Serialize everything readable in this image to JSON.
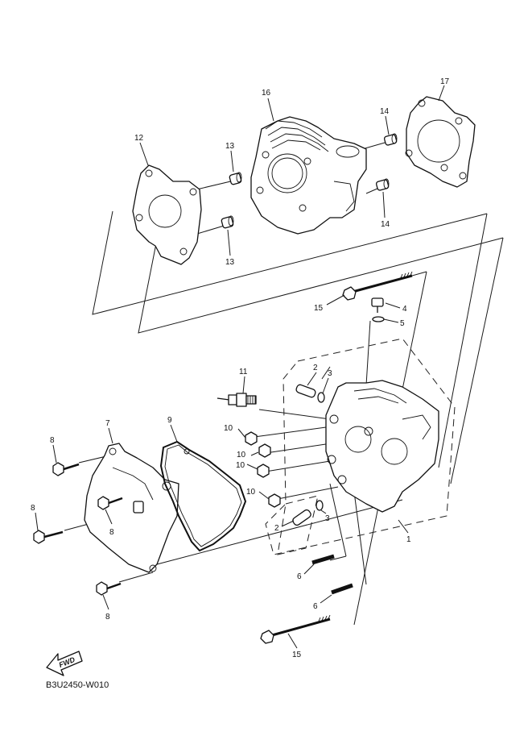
{
  "diagram": {
    "code": "B3U2450-W010",
    "fwd_label": "FWD",
    "callouts": [
      {
        "id": "c16",
        "label": "16"
      },
      {
        "id": "c17",
        "label": "17"
      },
      {
        "id": "c14a",
        "label": "14"
      },
      {
        "id": "c14b",
        "label": "14"
      },
      {
        "id": "c12",
        "label": "12"
      },
      {
        "id": "c13a",
        "label": "13"
      },
      {
        "id": "c13b",
        "label": "13"
      },
      {
        "id": "c15a",
        "label": "15"
      },
      {
        "id": "c4",
        "label": "4"
      },
      {
        "id": "c5",
        "label": "5"
      },
      {
        "id": "c11",
        "label": "11"
      },
      {
        "id": "c2a",
        "label": "2"
      },
      {
        "id": "c3a",
        "label": "3"
      },
      {
        "id": "c7",
        "label": "7"
      },
      {
        "id": "c9",
        "label": "9"
      },
      {
        "id": "c8a",
        "label": "8"
      },
      {
        "id": "c8b",
        "label": "8"
      },
      {
        "id": "c8c",
        "label": "8"
      },
      {
        "id": "c8d",
        "label": "8"
      },
      {
        "id": "c10a",
        "label": "10"
      },
      {
        "id": "c10b",
        "label": "10"
      },
      {
        "id": "c10c",
        "label": "10"
      },
      {
        "id": "c10d",
        "label": "10"
      },
      {
        "id": "c2b",
        "label": "2"
      },
      {
        "id": "c3b",
        "label": "3"
      },
      {
        "id": "c1",
        "label": "1"
      },
      {
        "id": "c6a",
        "label": "6"
      },
      {
        "id": "c6b",
        "label": "6"
      },
      {
        "id": "c15b",
        "label": "15"
      }
    ]
  }
}
